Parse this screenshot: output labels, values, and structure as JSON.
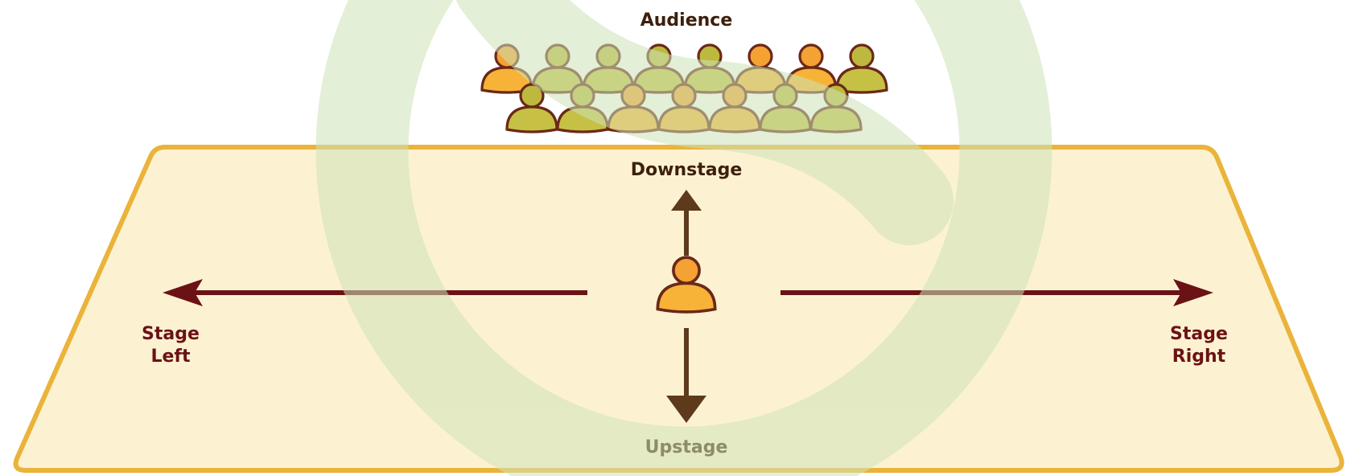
{
  "labels": {
    "audience": "Audience",
    "downstage": "Downstage",
    "upstage": "Upstage",
    "stage_left": [
      "Stage",
      "Left"
    ],
    "stage_right": [
      "Stage",
      "Right"
    ]
  },
  "audience": {
    "front_row": [
      "orange",
      "green",
      "green",
      "green",
      "green",
      "orange",
      "orange",
      "green"
    ],
    "back_row": [
      "green",
      "green",
      "orange",
      "orange",
      "orange",
      "green",
      "green"
    ]
  },
  "colors": {
    "stage_fill": "#fcf2d2",
    "stage_border": "#eab33a",
    "arrow": "#6b1216",
    "arrow_vertical": "#5c3a1b",
    "label_text_dark": "#3d1f0c",
    "label_text_red": "#6b1216",
    "person_orange_body": "#f7b338",
    "person_orange_head": "#f3a233",
    "person_green_body": "#c6c145",
    "person_green_head": "#bdb93e",
    "person_outline": "#6b2818",
    "watermark": "#cde3b8"
  },
  "icons": {
    "watermark": "circular-logo-watermark",
    "person": "person-icon"
  }
}
